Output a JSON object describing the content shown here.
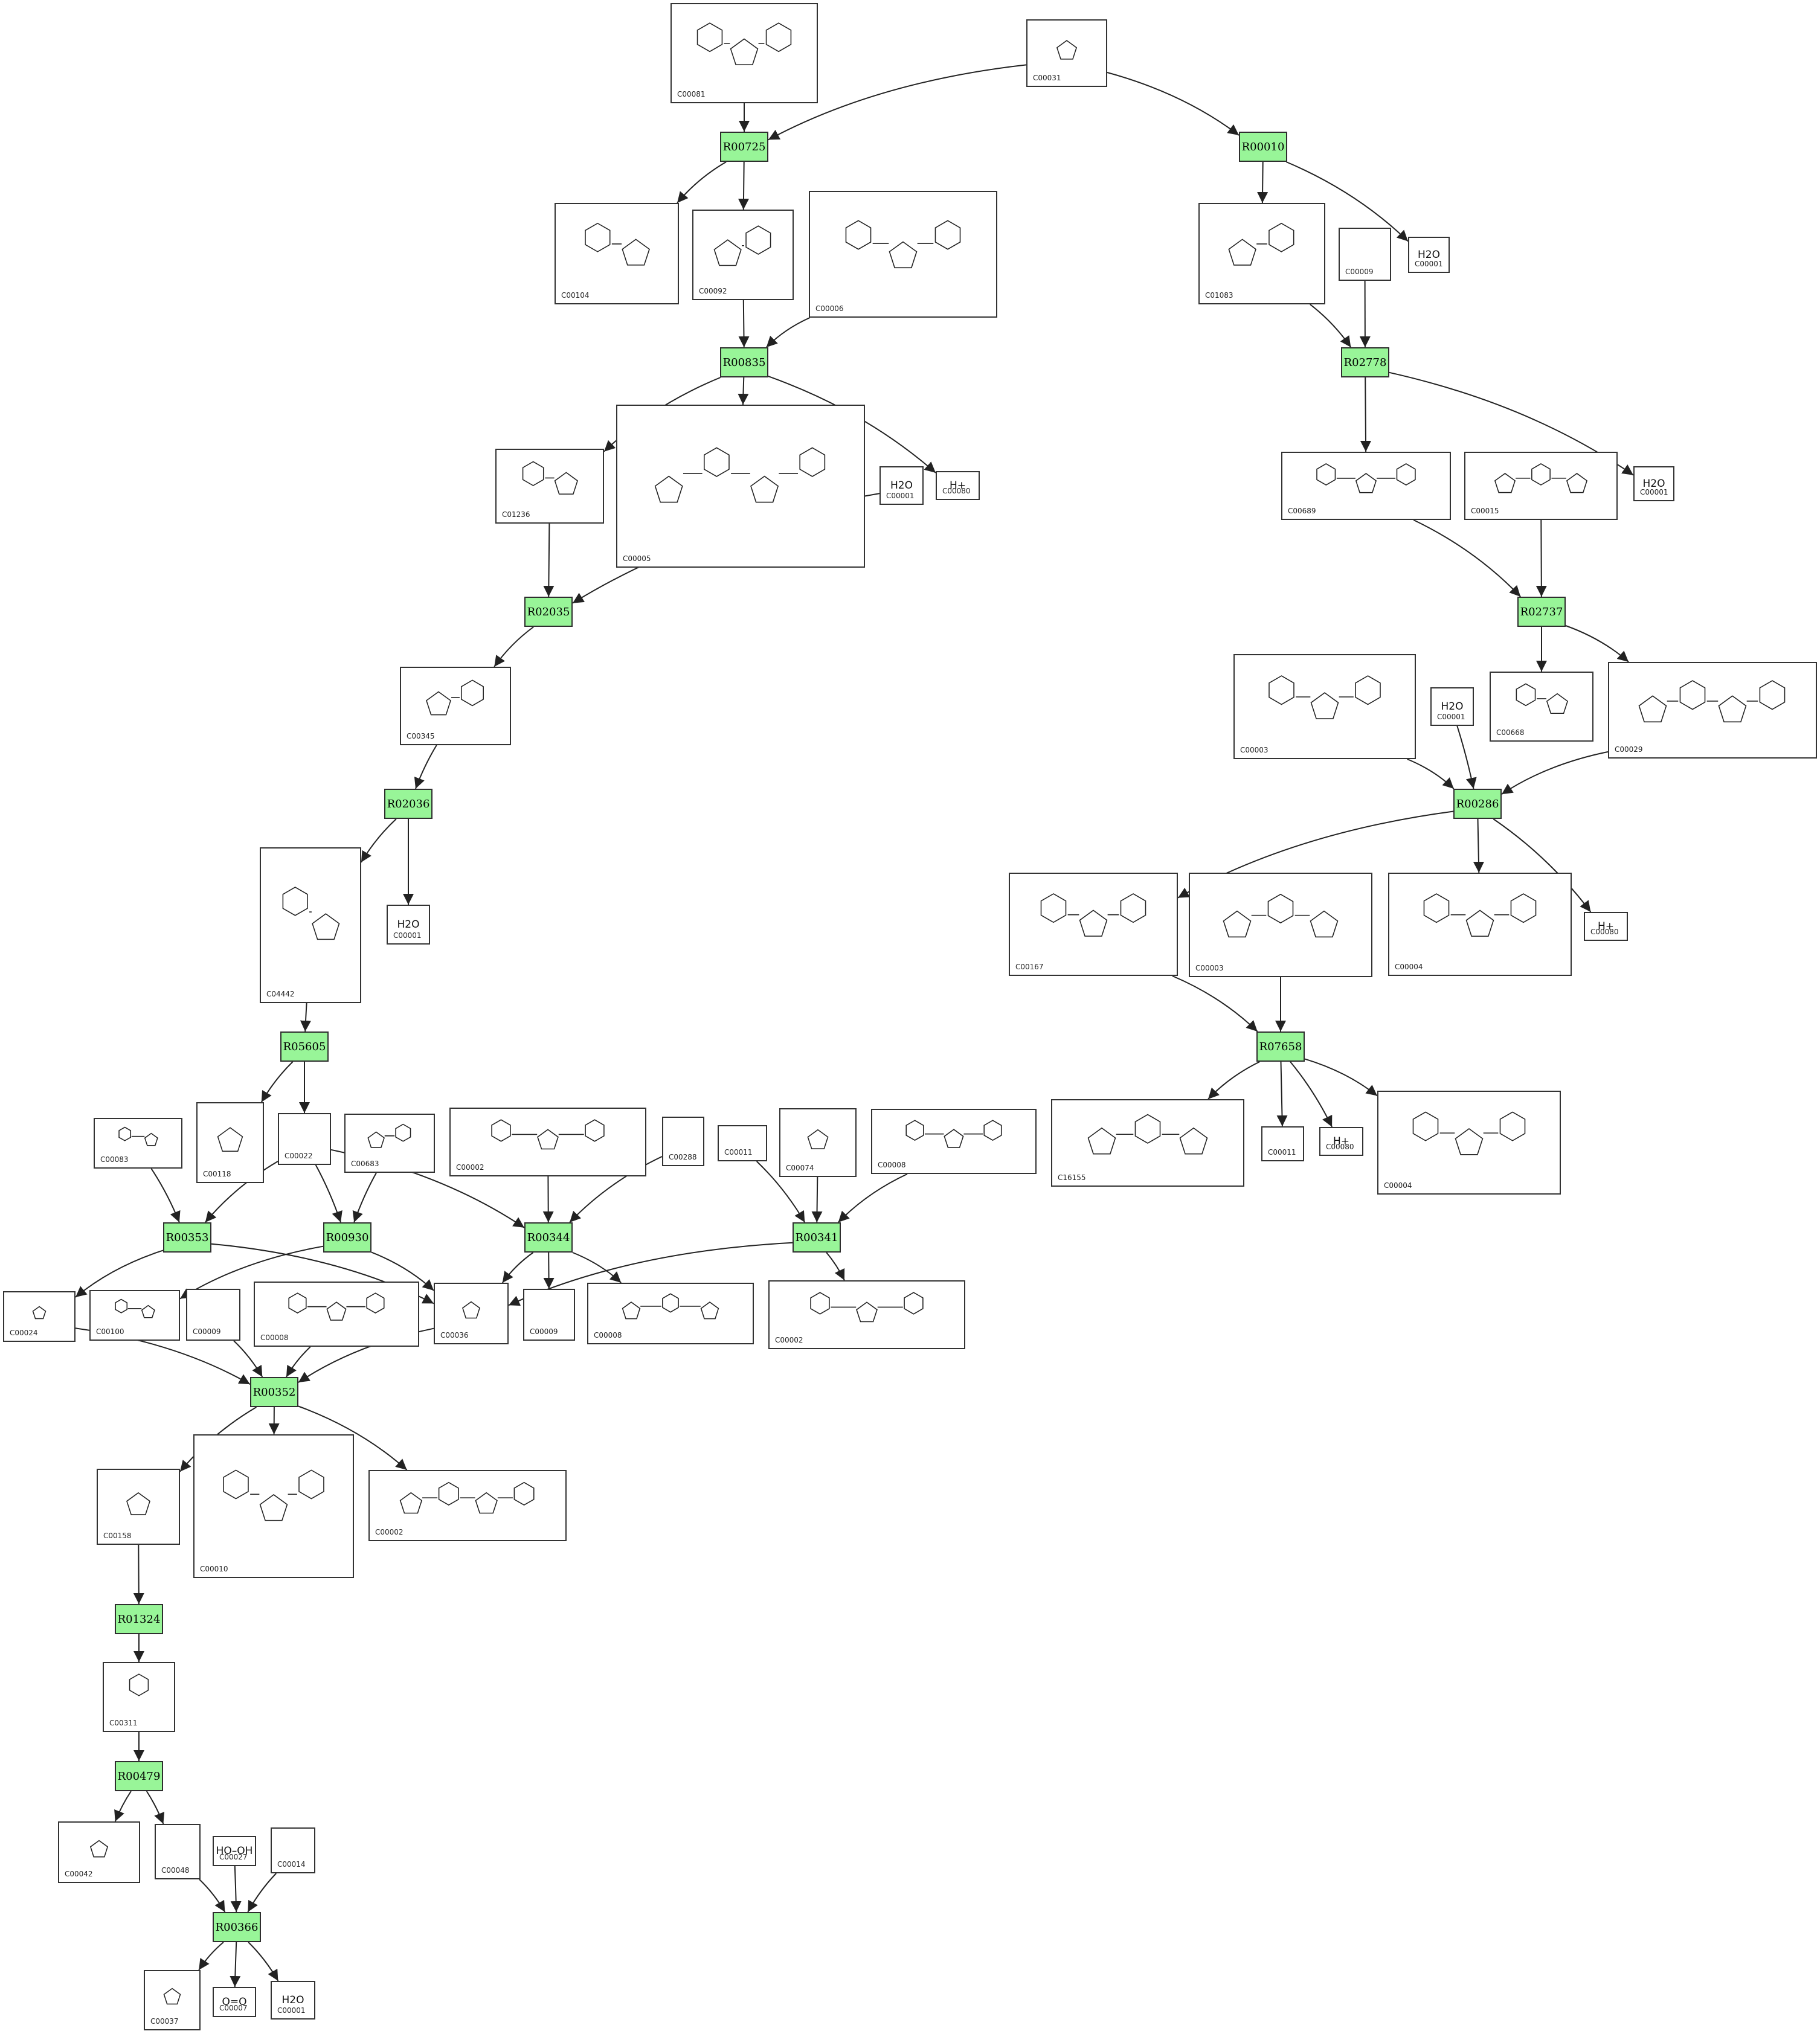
{
  "colors": {
    "reaction_fill": "#98f598",
    "edge": "#222222",
    "box_border": "#333333"
  },
  "compounds": [
    {
      "id": "c00081",
      "code": "C00081"
    },
    {
      "id": "c00031",
      "code": "C00031"
    },
    {
      "id": "c00104",
      "code": "C00104"
    },
    {
      "id": "c00092",
      "code": "C00092"
    },
    {
      "id": "c00006a",
      "code": "C00006"
    },
    {
      "id": "c01083",
      "code": "C01083"
    },
    {
      "id": "c00009a",
      "code": "C00009"
    },
    {
      "id": "c00001a",
      "code": "C00001",
      "name": "H2O"
    },
    {
      "id": "c01236",
      "code": "C01236"
    },
    {
      "id": "c00005",
      "code": "C00005"
    },
    {
      "id": "c00001b",
      "code": "C00001",
      "name": "H2O"
    },
    {
      "id": "c00080a",
      "code": "C00080",
      "name": "H+"
    },
    {
      "id": "c00689",
      "code": "C00689"
    },
    {
      "id": "c00015",
      "code": "C00015"
    },
    {
      "id": "c00001c",
      "code": "C00001",
      "name": "H2O"
    },
    {
      "id": "c00345",
      "code": "C00345"
    },
    {
      "id": "c00003a",
      "code": "C00003"
    },
    {
      "id": "c00001d",
      "code": "C00001",
      "name": "H2O"
    },
    {
      "id": "c00668",
      "code": "C00668"
    },
    {
      "id": "c00029",
      "code": "C00029"
    },
    {
      "id": "c04442",
      "code": "C04442"
    },
    {
      "id": "c00001e",
      "code": "C00001",
      "name": "H2O"
    },
    {
      "id": "c00167",
      "code": "C00167"
    },
    {
      "id": "c00003b",
      "code": "C00003"
    },
    {
      "id": "c00004a",
      "code": "C00004"
    },
    {
      "id": "c00080b",
      "code": "C00080",
      "name": "H+"
    },
    {
      "id": "c00083",
      "code": "C00083"
    },
    {
      "id": "c00118",
      "code": "C00118"
    },
    {
      "id": "c00022",
      "code": "C00022"
    },
    {
      "id": "c00683",
      "code": "C00683"
    },
    {
      "id": "c00002a",
      "code": "C00002"
    },
    {
      "id": "c00288",
      "code": "C00288"
    },
    {
      "id": "c00011a",
      "code": "C00011"
    },
    {
      "id": "c00074",
      "code": "C00074"
    },
    {
      "id": "c00008",
      "code": "C00008"
    },
    {
      "id": "c16155",
      "code": "C16155"
    },
    {
      "id": "c00011b",
      "code": "C00011"
    },
    {
      "id": "c00080c",
      "code": "C00080",
      "name": "H+"
    },
    {
      "id": "c00004b",
      "code": "C00004"
    },
    {
      "id": "c00024",
      "code": "C00024"
    },
    {
      "id": "c00100",
      "code": "C00100"
    },
    {
      "id": "c00009b",
      "code": "C00009"
    },
    {
      "id": "c00008b",
      "code": "C00008"
    },
    {
      "id": "c00036",
      "code": "C00036"
    },
    {
      "id": "c00009c",
      "code": "C00009"
    },
    {
      "id": "c00008c",
      "code": "C00008"
    },
    {
      "id": "c00002b",
      "code": "C00002"
    },
    {
      "id": "c00158",
      "code": "C00158"
    },
    {
      "id": "c00010",
      "code": "C00010"
    },
    {
      "id": "c00002c",
      "code": "C00002"
    },
    {
      "id": "c00311",
      "code": "C00311"
    },
    {
      "id": "c00042",
      "code": "C00042"
    },
    {
      "id": "c00048",
      "code": "C00048"
    },
    {
      "id": "c00027",
      "code": "C00027",
      "name": "HO–OH"
    },
    {
      "id": "c00014",
      "code": "C00014"
    },
    {
      "id": "c00037",
      "code": "C00037"
    },
    {
      "id": "c00007",
      "code": "C00007",
      "name": "O=O"
    },
    {
      "id": "c00001f",
      "code": "C00001",
      "name": "H2O"
    }
  ],
  "reactions": [
    {
      "id": "r00725",
      "label": "R00725"
    },
    {
      "id": "r00010",
      "label": "R00010"
    },
    {
      "id": "r00835",
      "label": "R00835"
    },
    {
      "id": "r02778",
      "label": "R02778"
    },
    {
      "id": "r02035",
      "label": "R02035"
    },
    {
      "id": "r02737",
      "label": "R02737"
    },
    {
      "id": "r02036",
      "label": "R02036"
    },
    {
      "id": "r00286",
      "label": "R00286"
    },
    {
      "id": "r05605",
      "label": "R05605"
    },
    {
      "id": "r07658",
      "label": "R07658"
    },
    {
      "id": "r00353",
      "label": "R00353"
    },
    {
      "id": "r00930",
      "label": "R00930"
    },
    {
      "id": "r00344",
      "label": "R00344"
    },
    {
      "id": "r00341",
      "label": "R00341"
    },
    {
      "id": "r00352",
      "label": "R00352"
    },
    {
      "id": "r01324",
      "label": "R01324"
    },
    {
      "id": "r00479",
      "label": "R00479"
    },
    {
      "id": "r00366",
      "label": "R00366"
    }
  ],
  "edges": [
    [
      "c00081",
      "r00725"
    ],
    [
      "c00031",
      "r00725"
    ],
    [
      "c00031",
      "r00010"
    ],
    [
      "r00725",
      "c00104"
    ],
    [
      "r00725",
      "c00092"
    ],
    [
      "r00010",
      "c01083"
    ],
    [
      "r00010",
      "c00001a"
    ],
    [
      "c00092",
      "r00835"
    ],
    [
      "c00006a",
      "r00835"
    ],
    [
      "c01083",
      "r02778"
    ],
    [
      "c00009a",
      "r02778"
    ],
    [
      "r00835",
      "c01236"
    ],
    [
      "r00835",
      "c00005"
    ],
    [
      "r00835",
      "c00080a"
    ],
    [
      "r02778",
      "c00689"
    ],
    [
      "r02778",
      "c00001c"
    ],
    [
      "c01236",
      "r02035"
    ],
    [
      "c00001b",
      "r02035"
    ],
    [
      "c00689",
      "r02737"
    ],
    [
      "c00015",
      "r02737"
    ],
    [
      "r02035",
      "c00345"
    ],
    [
      "r02737",
      "c00668"
    ],
    [
      "r02737",
      "c00029"
    ],
    [
      "c00345",
      "r02036"
    ],
    [
      "c00003a",
      "r00286"
    ],
    [
      "c00001d",
      "r00286"
    ],
    [
      "c00029",
      "r00286"
    ],
    [
      "r02036",
      "c04442"
    ],
    [
      "r02036",
      "c00001e"
    ],
    [
      "r00286",
      "c00167"
    ],
    [
      "r00286",
      "c00004a"
    ],
    [
      "r00286",
      "c00080b"
    ],
    [
      "c04442",
      "r05605"
    ],
    [
      "c00167",
      "r07658"
    ],
    [
      "c00003b",
      "r07658"
    ],
    [
      "r05605",
      "c00118"
    ],
    [
      "r05605",
      "c00022"
    ],
    [
      "r07658",
      "c16155"
    ],
    [
      "r07658",
      "c00011b"
    ],
    [
      "r07658",
      "c00080c"
    ],
    [
      "r07658",
      "c00004b"
    ],
    [
      "c00083",
      "r00353"
    ],
    [
      "c00022",
      "r00353"
    ],
    [
      "c00022",
      "r00930"
    ],
    [
      "c00683",
      "r00930"
    ],
    [
      "c00022",
      "r00344"
    ],
    [
      "c00002a",
      "r00344"
    ],
    [
      "c00288",
      "r00344"
    ],
    [
      "c00011a",
      "r00341"
    ],
    [
      "c00074",
      "r00341"
    ],
    [
      "c00008",
      "r00341"
    ],
    [
      "r00353",
      "c00024"
    ],
    [
      "r00353",
      "c00036"
    ],
    [
      "r00930",
      "c00100"
    ],
    [
      "r00930",
      "c00036"
    ],
    [
      "r00344",
      "c00036"
    ],
    [
      "r00344",
      "c00009c"
    ],
    [
      "r00344",
      "c00008c"
    ],
    [
      "r00341",
      "c00036"
    ],
    [
      "r00341",
      "c00002b"
    ],
    [
      "c00024",
      "r00352"
    ],
    [
      "c00009b",
      "r00352"
    ],
    [
      "c00008b",
      "r00352"
    ],
    [
      "c00036",
      "r00352"
    ],
    [
      "r00352",
      "c00158"
    ],
    [
      "r00352",
      "c00010"
    ],
    [
      "r00352",
      "c00002c"
    ],
    [
      "c00158",
      "r01324"
    ],
    [
      "r01324",
      "c00311"
    ],
    [
      "c00311",
      "r00479"
    ],
    [
      "r00479",
      "c00042"
    ],
    [
      "r00479",
      "c00048"
    ],
    [
      "c00048",
      "r00366"
    ],
    [
      "c00027",
      "r00366"
    ],
    [
      "c00014",
      "r00366"
    ],
    [
      "r00366",
      "c00037"
    ],
    [
      "r00366",
      "c00007"
    ],
    [
      "r00366",
      "c00001f"
    ]
  ]
}
